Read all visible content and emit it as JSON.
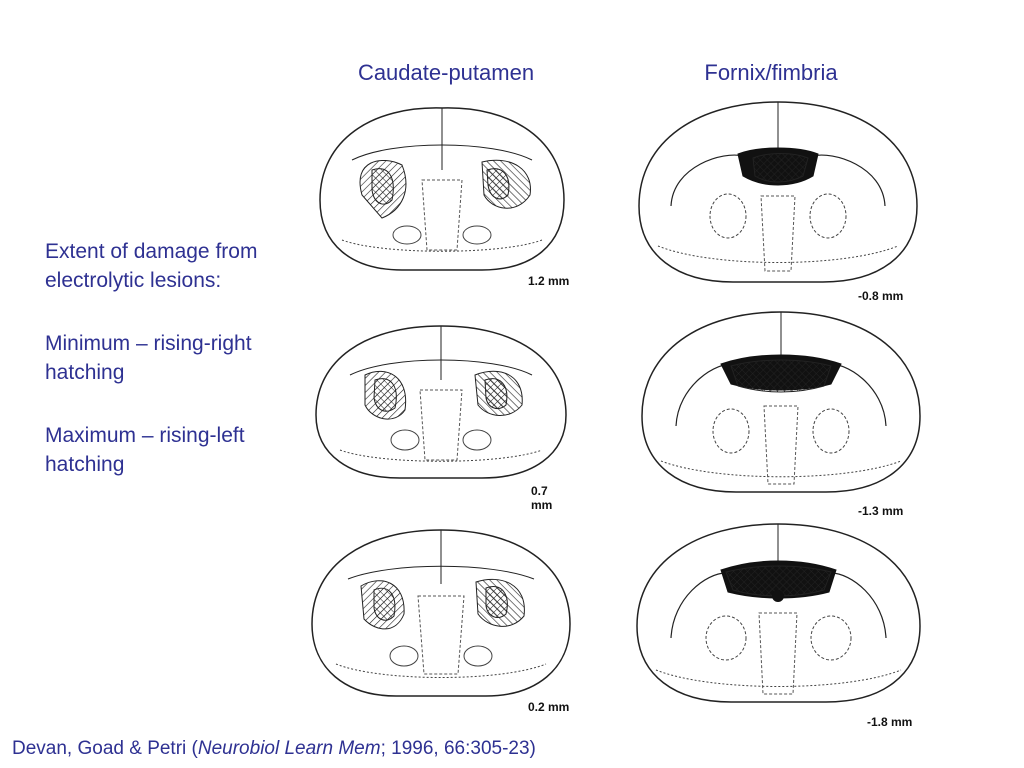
{
  "columns": {
    "left": "Caudate-putamen",
    "right": "Fornix/fimbria"
  },
  "description": {
    "heading": "Extent of damage from electrolytic lesions:",
    "minimum": "Minimum – rising-right hatching",
    "maximum": "Maximum – rising-left hatching"
  },
  "sections": {
    "caudate": [
      "1.2 mm",
      "0.7 mm",
      "0.2 mm"
    ],
    "fornix": [
      "-0.8 mm",
      "-1.3 mm",
      "-1.8 mm"
    ]
  },
  "citation": {
    "authors": "Devan, Goad & Petri (",
    "journal": "Neurobiol Learn Mem",
    "details": "; 1996, 66:305-23)"
  }
}
